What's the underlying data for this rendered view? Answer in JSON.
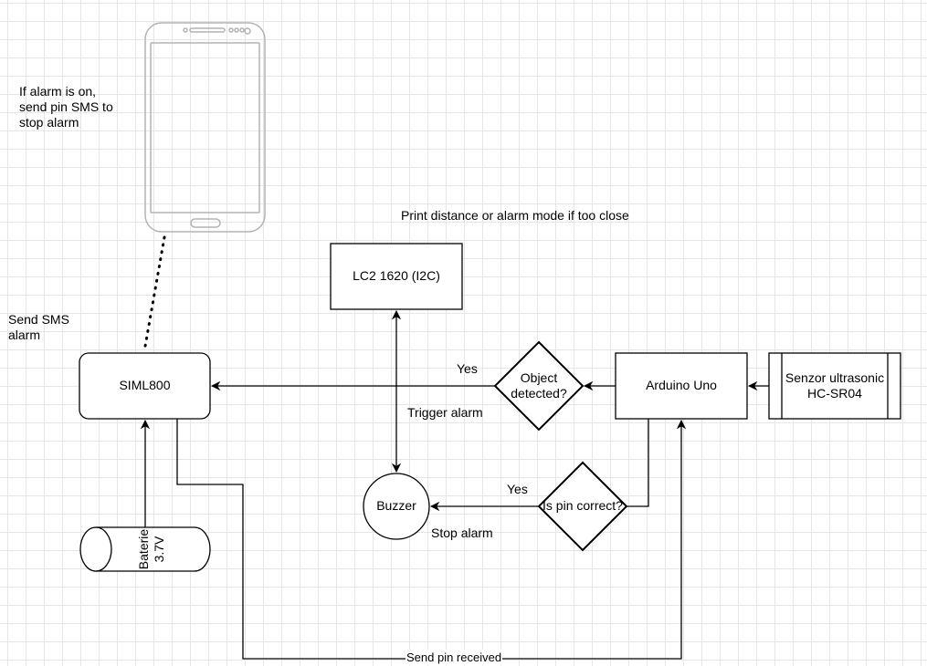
{
  "labels": {
    "phone_note": "If alarm is on,\nsend pin SMS to\nstop alarm",
    "send_sms_alarm": "Send SMS\nalarm",
    "print_distance": "Print distance or alarm mode if too close",
    "yes_object": "Yes",
    "trigger_alarm": "Trigger alarm",
    "yes_pin": "Yes",
    "stop_alarm": "Stop alarm",
    "send_pin_received": "Send pin received"
  },
  "nodes": {
    "siml800": "SIML800",
    "lcd": "LC2 1620 (I2C)",
    "object_detected": "Object\ndetected?",
    "arduino": "Arduino Uno",
    "sensor": "Senzor ultrasonic\nHC-SR04",
    "buzzer": "Buzzer",
    "pin_correct": "Is pin correct?",
    "battery": "Baterie\n3.7V"
  },
  "colors": {
    "stroke": "#000000",
    "phone_stroke": "#b3b3b3",
    "grid": "#e6e6e6"
  }
}
